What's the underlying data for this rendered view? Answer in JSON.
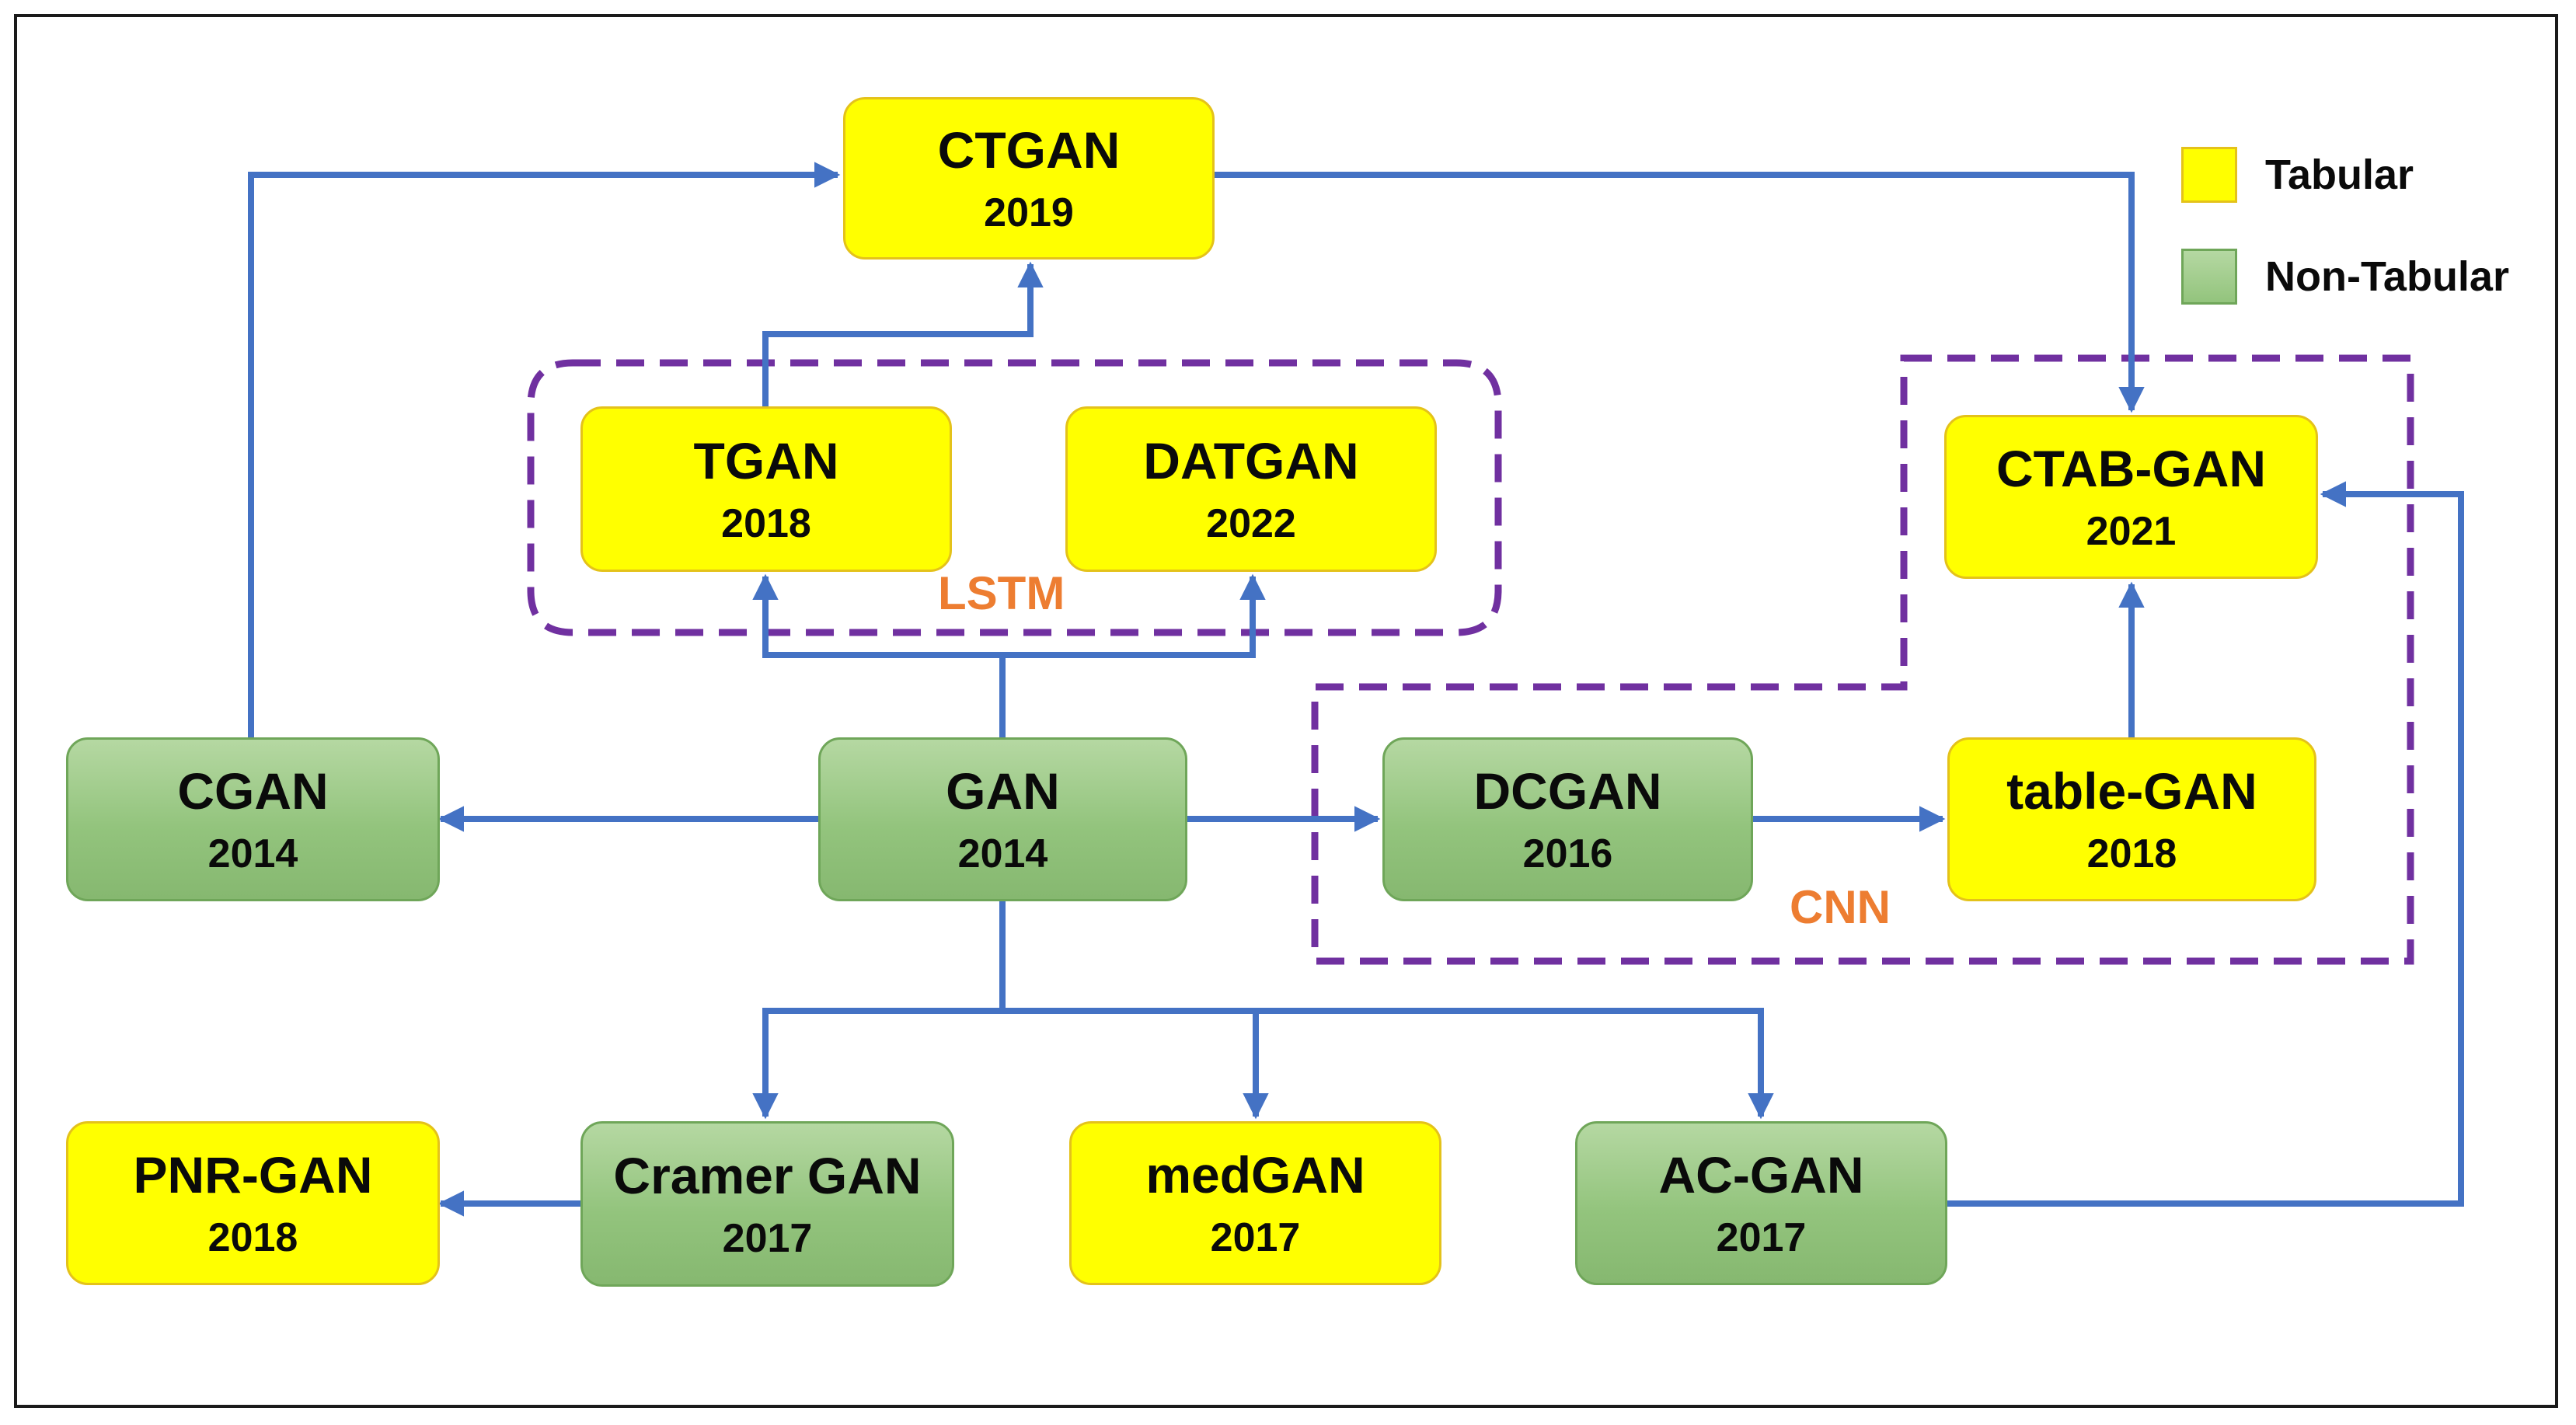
{
  "colors": {
    "tabular": "#ffff00",
    "non_tabular": "#93c47d",
    "arrow": "#4472c4",
    "group_outline": "#7030a0",
    "group_label": "#ed7d31"
  },
  "legend": {
    "tabular": "Tabular",
    "non_tabular": "Non-Tabular"
  },
  "groups": {
    "lstm": "LSTM",
    "cnn": "CNN"
  },
  "nodes": {
    "ctgan": {
      "name": "CTGAN",
      "year": "2019",
      "category": "tabular"
    },
    "tgan": {
      "name": "TGAN",
      "year": "2018",
      "category": "tabular"
    },
    "datgan": {
      "name": "DATGAN",
      "year": "2022",
      "category": "tabular"
    },
    "ctabgan": {
      "name": "CTAB-GAN",
      "year": "2021",
      "category": "tabular"
    },
    "cgan": {
      "name": "CGAN",
      "year": "2014",
      "category": "non-tabular"
    },
    "gan": {
      "name": "GAN",
      "year": "2014",
      "category": "non-tabular"
    },
    "dcgan": {
      "name": "DCGAN",
      "year": "2016",
      "category": "non-tabular"
    },
    "tablegan": {
      "name": "table-GAN",
      "year": "2018",
      "category": "tabular"
    },
    "pnrgan": {
      "name": "PNR-GAN",
      "year": "2018",
      "category": "tabular"
    },
    "cramergan": {
      "name": "Cramer GAN",
      "year": "2017",
      "category": "non-tabular"
    },
    "medgan": {
      "name": "medGAN",
      "year": "2017",
      "category": "tabular"
    },
    "acgan": {
      "name": "AC-GAN",
      "year": "2017",
      "category": "non-tabular"
    }
  },
  "edges": [
    {
      "from": "cgan",
      "to": "ctgan"
    },
    {
      "from": "tgan",
      "to": "ctgan"
    },
    {
      "from": "ctgan",
      "to": "ctabgan"
    },
    {
      "from": "gan",
      "to": "tgan"
    },
    {
      "from": "gan",
      "to": "datgan"
    },
    {
      "from": "gan",
      "to": "cgan"
    },
    {
      "from": "gan",
      "to": "dcgan"
    },
    {
      "from": "dcgan",
      "to": "tablegan"
    },
    {
      "from": "tablegan",
      "to": "ctabgan"
    },
    {
      "from": "gan",
      "to": "cramergan"
    },
    {
      "from": "gan",
      "to": "medgan"
    },
    {
      "from": "gan",
      "to": "acgan"
    },
    {
      "from": "cramergan",
      "to": "pnrgan"
    },
    {
      "from": "acgan",
      "to": "ctabgan"
    }
  ]
}
